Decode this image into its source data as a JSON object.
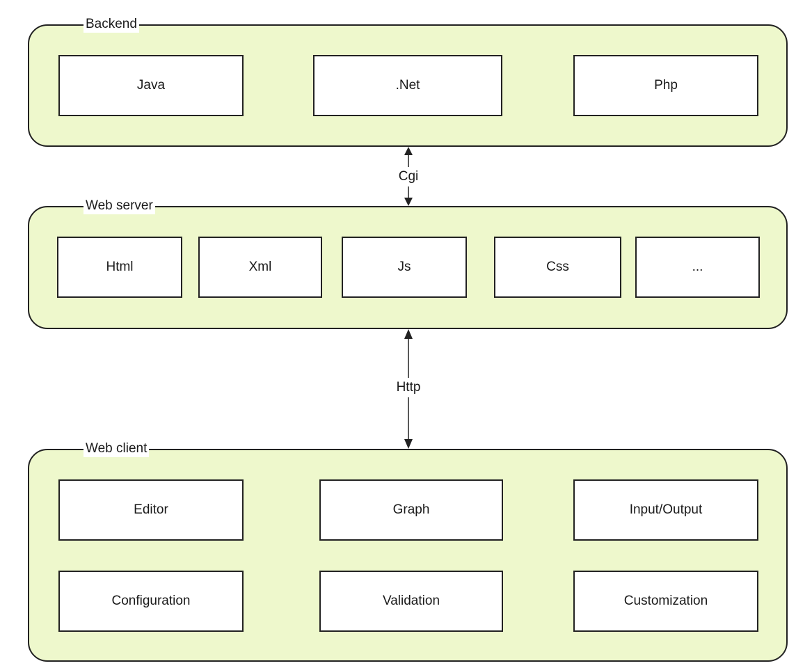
{
  "layers": {
    "backend": {
      "title": "Backend",
      "items": [
        "Java",
        ".Net",
        "Php"
      ]
    },
    "web_server": {
      "title": "Web server",
      "items": [
        "Html",
        "Xml",
        "Js",
        "Css",
        "..."
      ]
    },
    "web_client": {
      "title": "Web client",
      "items": [
        "Editor",
        "Graph",
        "Input/Output",
        "Configuration",
        "Validation",
        "Customization"
      ]
    }
  },
  "connectors": {
    "backend_web_server": "Cgi",
    "web_server_web_client": "Http"
  },
  "colors": {
    "layer_fill": "#eef8cc",
    "stroke": "#222222",
    "box_fill": "#ffffff"
  }
}
